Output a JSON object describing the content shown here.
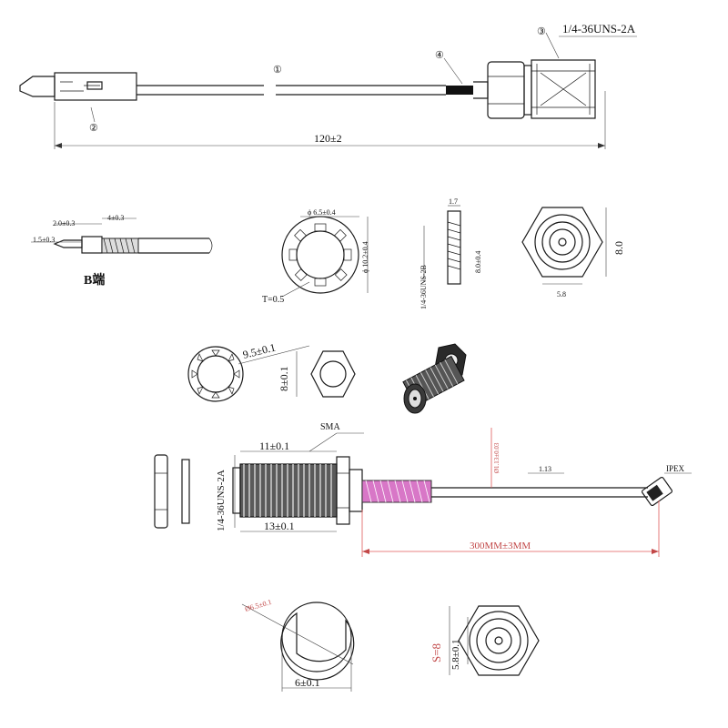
{
  "labels": {
    "callout_1": "①",
    "callout_2": "②",
    "callout_3": "③",
    "callout_4": "④",
    "thread_spec_top": "1/4-36UNS-2A",
    "overall_length": "120±2",
    "strip_2": "2.0±0.3",
    "strip_4": "4±0.3",
    "strip_15": "1.5±0.3",
    "b_end": "B端",
    "washer_id": "ϕ 6.5±0.4",
    "washer_od": "ϕ 10.2±0.4",
    "washer_t": "T=0.5",
    "nut_thick": "1.7",
    "nut_thread": "1/4-36UNS-2B",
    "nut_height": "8.0±0.4",
    "hex_height": "8.0",
    "hex_width": "5.8",
    "lockwasher_dim": "9.5±0.1",
    "hexnut_dim": "8±0.1",
    "sma_label": "SMA",
    "sma_thread_len": "11±0.1",
    "sma_thread_spec": "1/4-36UNS-2A",
    "sma_body_len": "13±0.1",
    "cable_dia": "Ø1.13±0.03",
    "cable_label": "1.13",
    "ipex_label": "IPEX",
    "cable_length": "300MM±3MM",
    "dd_dim": "Ø6.5±0.1",
    "dd_flat": "6±0.1",
    "front_s": "S=8",
    "front_58": "5.8±0.1"
  }
}
